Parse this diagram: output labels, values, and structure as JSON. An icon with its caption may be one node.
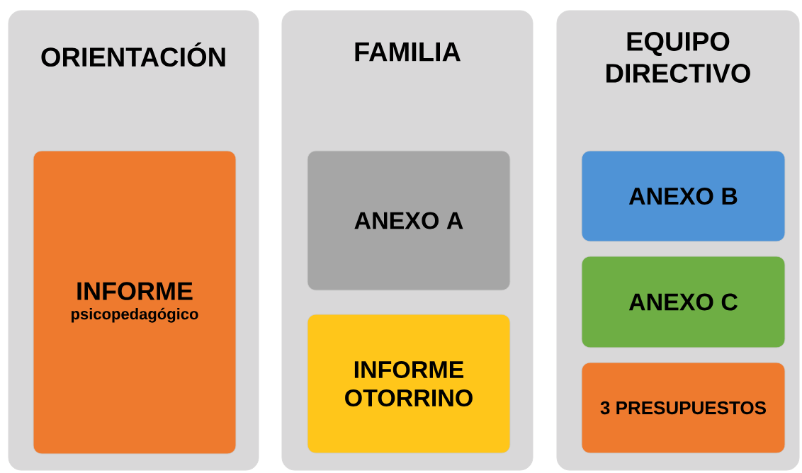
{
  "diagram": {
    "nodes": [
      {
        "text": [
          "ORIENTACIÓN"
        ]
      },
      {
        "text": [
          "INFORME",
          "psicopedagógico"
        ],
        "in": 0
      },
      {
        "text": [
          "FAMILIA"
        ]
      },
      {
        "text": [
          "ANEXO A"
        ],
        "in": 2
      },
      {
        "text": [
          "INFORME OTORRINO"
        ],
        "in": 2
      },
      {
        "text": [
          "EQUIPO DIRECTIVO"
        ]
      },
      {
        "text": [
          "ANEXO B"
        ],
        "in": 5
      },
      {
        "text": [
          "ANEXO C"
        ],
        "in": 5
      },
      {
        "text": [
          "3 PRESUPUESTOS"
        ],
        "in": 5
      }
    ]
  }
}
